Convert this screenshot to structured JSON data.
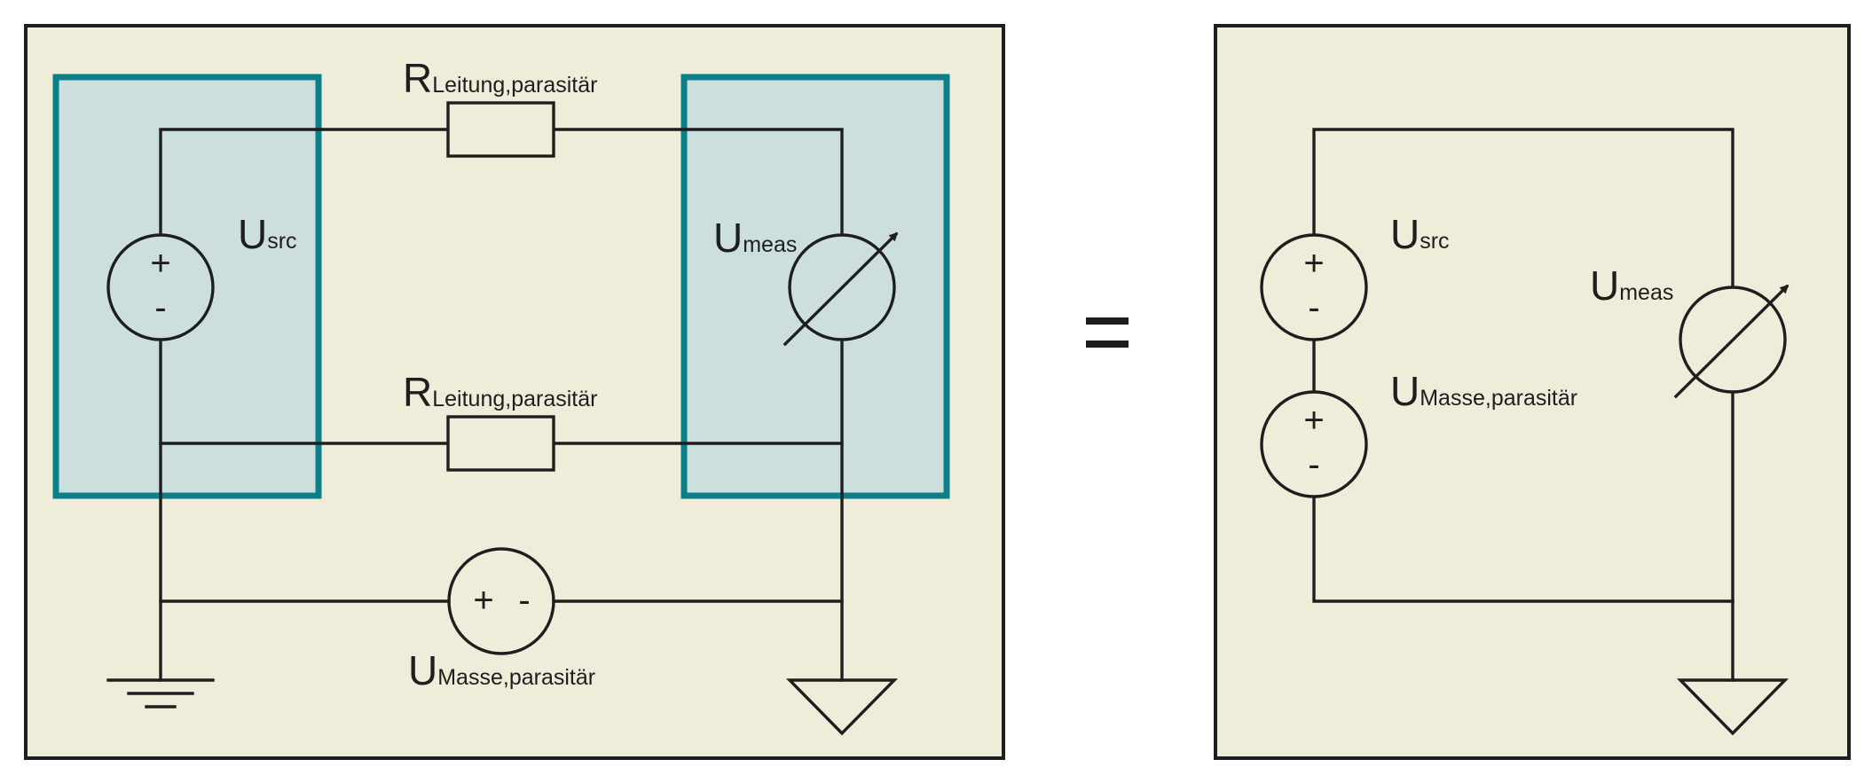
{
  "left_circuit": {
    "resistor_top": {
      "main": "R",
      "sub": "Leitung,parasitär"
    },
    "resistor_bottom": {
      "main": "R",
      "sub": "Leitung,parasitär"
    },
    "source": {
      "main": "U",
      "sub": "src",
      "plus": "+",
      "minus": "-"
    },
    "meter": {
      "main": "U",
      "sub": "meas"
    },
    "ground_source": {
      "main": "U",
      "sub": "Masse,parasitär",
      "plus": "+",
      "minus": "-"
    }
  },
  "equals": "=",
  "right_circuit": {
    "source": {
      "main": "U",
      "sub": "src",
      "plus": "+",
      "minus": "-"
    },
    "ground_source": {
      "main": "U",
      "sub": "Masse,parasitär",
      "plus": "+",
      "minus": "-"
    },
    "meter": {
      "main": "U",
      "sub": "meas"
    }
  },
  "colors": {
    "panel": "#efecda",
    "device_fill": "#cddfdd",
    "device_border": "#0b8088",
    "line": "#1e1e1e"
  }
}
